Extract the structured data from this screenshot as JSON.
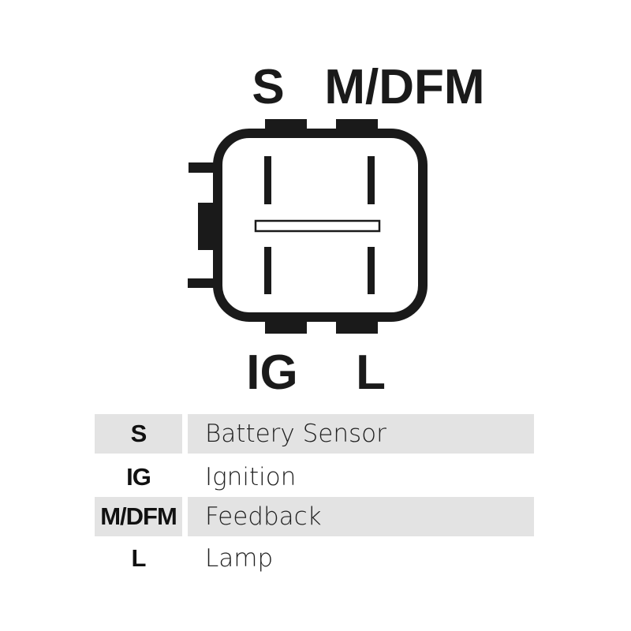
{
  "connector": {
    "pin_labels_top": [
      "S",
      "M/DFM"
    ],
    "pin_labels_bottom": [
      "IG",
      "L"
    ]
  },
  "legend": {
    "rows": [
      {
        "code": "S",
        "description": "Battery Sensor"
      },
      {
        "code": "IG",
        "description": "Ignition"
      },
      {
        "code": "M/DFM",
        "description": "Feedback"
      },
      {
        "code": "L",
        "description": "Lamp"
      }
    ],
    "shade_color": "#e3e3e3"
  }
}
